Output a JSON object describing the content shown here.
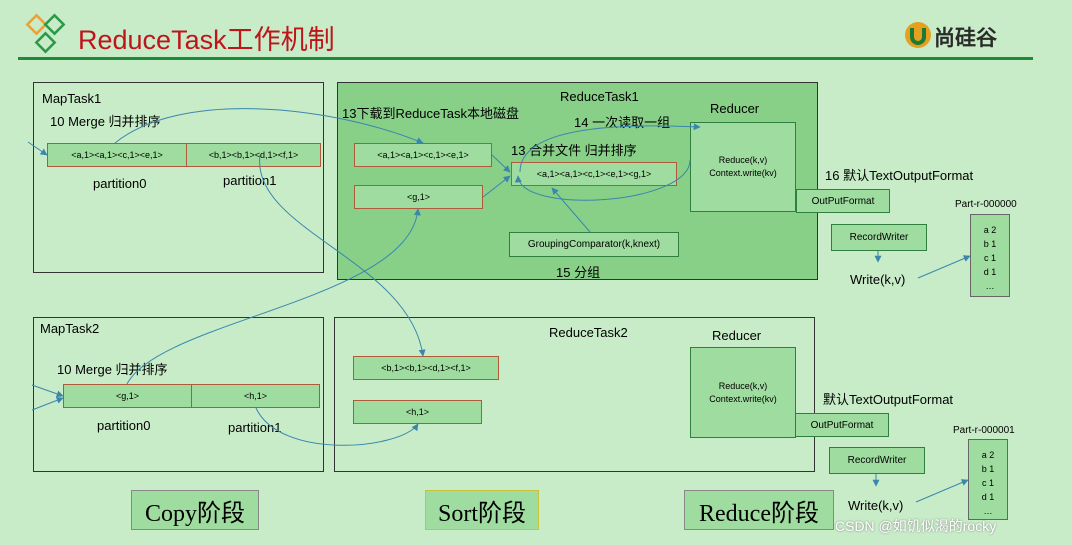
{
  "header": {
    "title": "ReduceTask工作机制",
    "logo_text": "尚硅谷",
    "brand_color": "#c0141b"
  },
  "maptask1": {
    "title": "MapTask1",
    "merge": "10 Merge 归并排序",
    "cell0": "<a,1><a,1><c,1><e,1>",
    "cell1": "<b,1><b,1><d,1><f,1>",
    "partition0": "partition0",
    "partition1": "partition1"
  },
  "maptask2": {
    "title": "MapTask2",
    "merge": "10 Merge 归并排序",
    "cell0": "<g,1>",
    "cell1": "<h,1>",
    "partition0": "partition0",
    "partition1": "partition1"
  },
  "reducetask1": {
    "title": "ReduceTask1",
    "download": "13下载到ReduceTask本地磁盘",
    "read_group": "14 一次读取一组",
    "merge_sort": "13 合并文件 归并排序",
    "cell_a": "<a,1><a,1><c,1><e,1>",
    "cell_g": "<g,1>",
    "merged": "<a,1><a,1><c,1><e,1><g,1>",
    "grouping": "GroupingComparator(k,knext)",
    "group_label": "15 分组",
    "reducer_title": "Reducer",
    "reducer_line1": "Reduce(k,v)",
    "reducer_line2": "Context.write(kv)",
    "output_label": "16 默认TextOutputFormat",
    "output_format": "OutPutFormat",
    "record_writer": "RecordWriter",
    "write": "Write(k,v)",
    "part_name": "Part-r-000000",
    "part_lines": [
      "a 2",
      "b 1",
      "c 1",
      "d 1",
      "…"
    ]
  },
  "reducetask2": {
    "title": "ReduceTask2",
    "cell_b": "<b,1><b,1><d,1><f,1>",
    "cell_h": "<h,1>",
    "reducer_title": "Reducer",
    "reducer_line1": "Reduce(k,v)",
    "reducer_line2": "Context.write(kv)",
    "output_label": "默认TextOutputFormat",
    "output_format": "OutPutFormat",
    "record_writer": "RecordWriter",
    "write": "Write(k,v)",
    "part_name": "Part-r-000001",
    "part_lines": [
      "a 2",
      "b 1",
      "c 1",
      "d 1",
      "…"
    ]
  },
  "stages": {
    "copy": "Copy阶段",
    "sort": "Sort阶段",
    "reduce": "Reduce阶段"
  },
  "watermark": "CSDN @如饥似渴的rocky"
}
